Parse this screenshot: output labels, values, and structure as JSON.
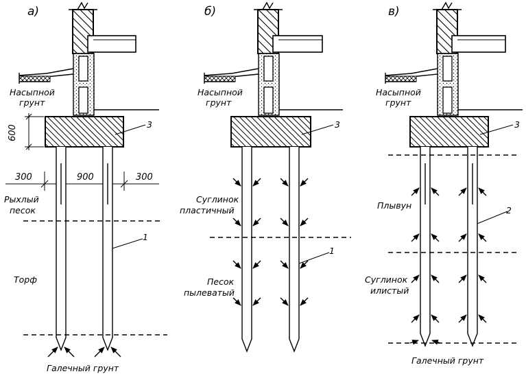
{
  "panels": [
    {
      "letter": "а)",
      "fill_label": [
        "Насыпной",
        "грунт"
      ],
      "cap_label": "3",
      "pile_label": "1",
      "dimension_vertical": "600",
      "dimensions_horizontal": [
        "300",
        "900",
        "300"
      ],
      "layers": [
        {
          "lines": [
            "Рыхлый",
            "песок"
          ]
        },
        {
          "lines": [
            "Торф"
          ]
        }
      ],
      "bottom_label": "Галечный грунт"
    },
    {
      "letter": "б)",
      "fill_label": [
        "Насыпной",
        "грунт"
      ],
      "cap_label": "3",
      "pile_label": "1",
      "layers": [
        {
          "lines": [
            "Суглинок",
            "пластичный"
          ]
        },
        {
          "lines": [
            "Песок",
            "пылеватый"
          ]
        }
      ]
    },
    {
      "letter": "в)",
      "fill_label": [
        "Насыпной",
        "грунт"
      ],
      "cap_label": "3",
      "pile_label": "2",
      "layers": [
        {
          "lines": [
            "Плывун"
          ]
        },
        {
          "lines": [
            "Суглинок",
            "илистый"
          ]
        }
      ],
      "bottom_label": "Галечный грунт"
    }
  ]
}
